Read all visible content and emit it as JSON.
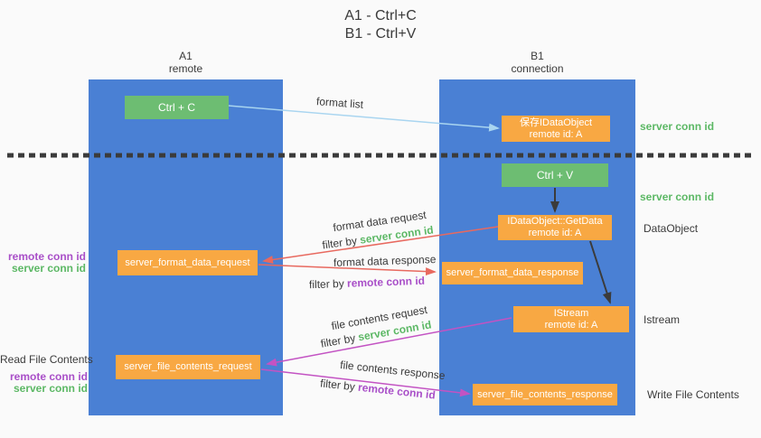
{
  "title": {
    "line1": "A1 - Ctrl+C",
    "line2": "B1 - Ctrl+V"
  },
  "columns": {
    "a": {
      "header_line1": "A1",
      "header_line2": "remote"
    },
    "b": {
      "header_line1": "B1",
      "header_line2": "connection"
    }
  },
  "nodes": {
    "ctrl_c": "Ctrl + C",
    "save_dataobject_line1": "保存IDataObject",
    "save_dataobject_line2": "remote id: A",
    "ctrl_v": "Ctrl + V",
    "getdata_line1": "IDataObject::GetData",
    "getdata_line2": "remote id: A",
    "format_data_request": "server_format_data_request",
    "format_data_response": "server_format_data_response",
    "istream_line1": "IStream",
    "istream_line2": "remote id: A",
    "file_contents_request": "server_file_contents_request",
    "file_contents_response": "server_file_contents_response"
  },
  "labels": {
    "format_list": "format list",
    "server_conn_id_top": "server conn id",
    "server_conn_id_mid": "server conn id",
    "dataobject": "DataObject",
    "format_data_request": "format data request",
    "filter_request_prefix": "filter by ",
    "filter_request_id": "server conn id",
    "format_data_response": "format data response",
    "filter_response_prefix": "filter by ",
    "filter_response_id": "remote conn id",
    "pair1_remote": "remote conn id",
    "pair1_server": "server conn id",
    "istream": "Istream",
    "file_contents_request": "file contents request",
    "filter_file_request_prefix": "filter by ",
    "filter_file_request_id": "server conn id",
    "read_file_contents": "Read File Contents",
    "pair2_remote": "remote conn id",
    "pair2_server": "server conn id",
    "file_contents_response": "file contents response",
    "filter_file_response_prefix": "filter by ",
    "filter_file_response_id": "remote conn id",
    "write_file_contents": "Write File Contents"
  },
  "colors": {
    "column_blue": "#4a80d4",
    "node_green": "#6dbd72",
    "node_orange": "#f8a843",
    "label_green": "#5cb865",
    "label_purple": "#a94fc8",
    "arrow_lightblue": "#a9d5f0",
    "arrow_red": "#e8695f",
    "arrow_magenta": "#c353c3",
    "arrow_black": "#3b3b3b",
    "text_dark": "#3b3b3b",
    "background": "#fafafa"
  }
}
